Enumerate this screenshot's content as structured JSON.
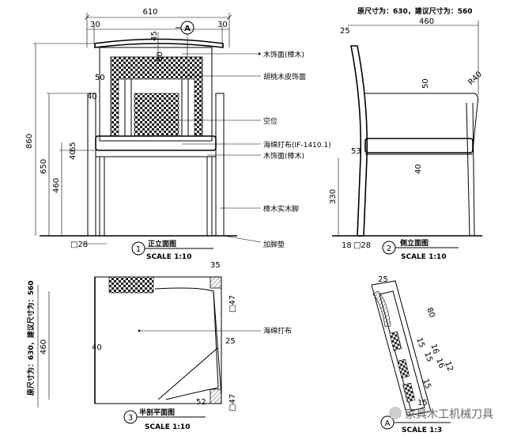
{
  "front_view": {
    "width_total": "610",
    "dim_30_left": "30",
    "dim_30_right": "30",
    "dim_45": "45",
    "dim_80": "80",
    "dim_50": "50",
    "dim_40": "40",
    "dim_65": "65",
    "dim_40b": "40",
    "height_860": "860",
    "height_650": "650",
    "height_460": "460",
    "dim_28": "28",
    "dim_sq": "□28",
    "section_marker": "A",
    "caption_num": "1",
    "caption_title": "正立面图",
    "caption_scale": "SCALE 1:10"
  },
  "annotations": [
    "木饰面(樟木)",
    "胡桃木皮饰面",
    "空位",
    "海绵打布(IF-1410.1)",
    "木饰面(樟木)",
    "樟木实木脚",
    "加脚垫"
  ],
  "side_view": {
    "orig_size": "原尺寸为：630，建议尺寸为：560",
    "dim_25": "25",
    "dim_460": "460",
    "dim_r40": "R40",
    "dim_50": "50",
    "dim_53": "53",
    "dim_40": "40",
    "dim_330": "330",
    "dim_18": "18",
    "dim_28": "□28",
    "caption_num": "2",
    "caption_title": "侧立面图",
    "caption_scale": "SCALE 1:10"
  },
  "plan_view": {
    "orig_size": "原尺寸为：630，建议尺寸为：560",
    "dim_35": "35",
    "dim_47a": "□47",
    "dim_25": "25",
    "dim_40": "40",
    "dim_460": "460",
    "dim_47b": "□47",
    "dim_52": "52",
    "annotation": "海绵打布",
    "caption_num": "3",
    "caption_title": "半剖平面图",
    "caption_scale": "SCALE 1:10"
  },
  "detail_view": {
    "dim_25": "25",
    "dim_80": "80",
    "dim_15a": "15",
    "dim_16a": "16",
    "dim_15b": "15",
    "dim_16b": "16",
    "dim_12": "12",
    "dim_15c": "15",
    "dim_15d": "15",
    "caption_num": "A",
    "caption_scale": "SCALE 1:3"
  },
  "watermark": "家具木工机械刀具"
}
